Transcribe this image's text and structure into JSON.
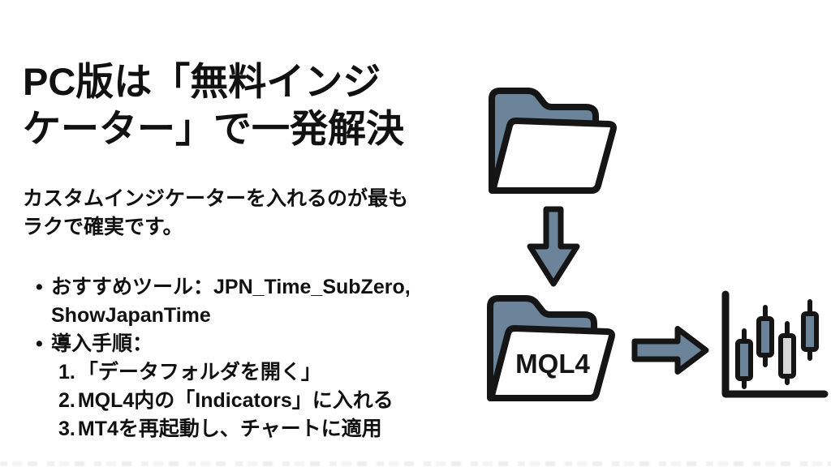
{
  "colors": {
    "slate": "#6b8499",
    "outline": "#151515",
    "text": "#111111",
    "candle_light": "#d8d8d8",
    "background": "#ffffff"
  },
  "slide": {
    "title": {
      "line1": "PC版は「無料インジ",
      "line2": "ケーター」で一発解決"
    },
    "intro": {
      "line1": "カスタムインジケーターを入れるのが最も",
      "line2": "ラクで確実です。"
    },
    "bullet_char": "•",
    "bullets": [
      {
        "line1": "おすすめツール：JPN_Time_SubZero,",
        "line2": "ShowJapanTime"
      },
      {
        "line1": "導入手順：",
        "line2": ""
      }
    ],
    "steps": [
      {
        "num": "1.",
        "text": "「データフォルダを開く」"
      },
      {
        "num": "2.",
        "text": "MQL4内の「Indicators」に入れる"
      },
      {
        "num": "3.",
        "text": "MT4を再起動し、チャートに適用"
      }
    ]
  },
  "diagram": {
    "folder_label": "MQL4",
    "icons": {
      "top": "open-folder-icon",
      "middle": "mql4-folder-icon",
      "flow1": "arrow-down-icon",
      "flow2": "arrow-right-icon",
      "result": "candlestick-chart-icon"
    }
  }
}
